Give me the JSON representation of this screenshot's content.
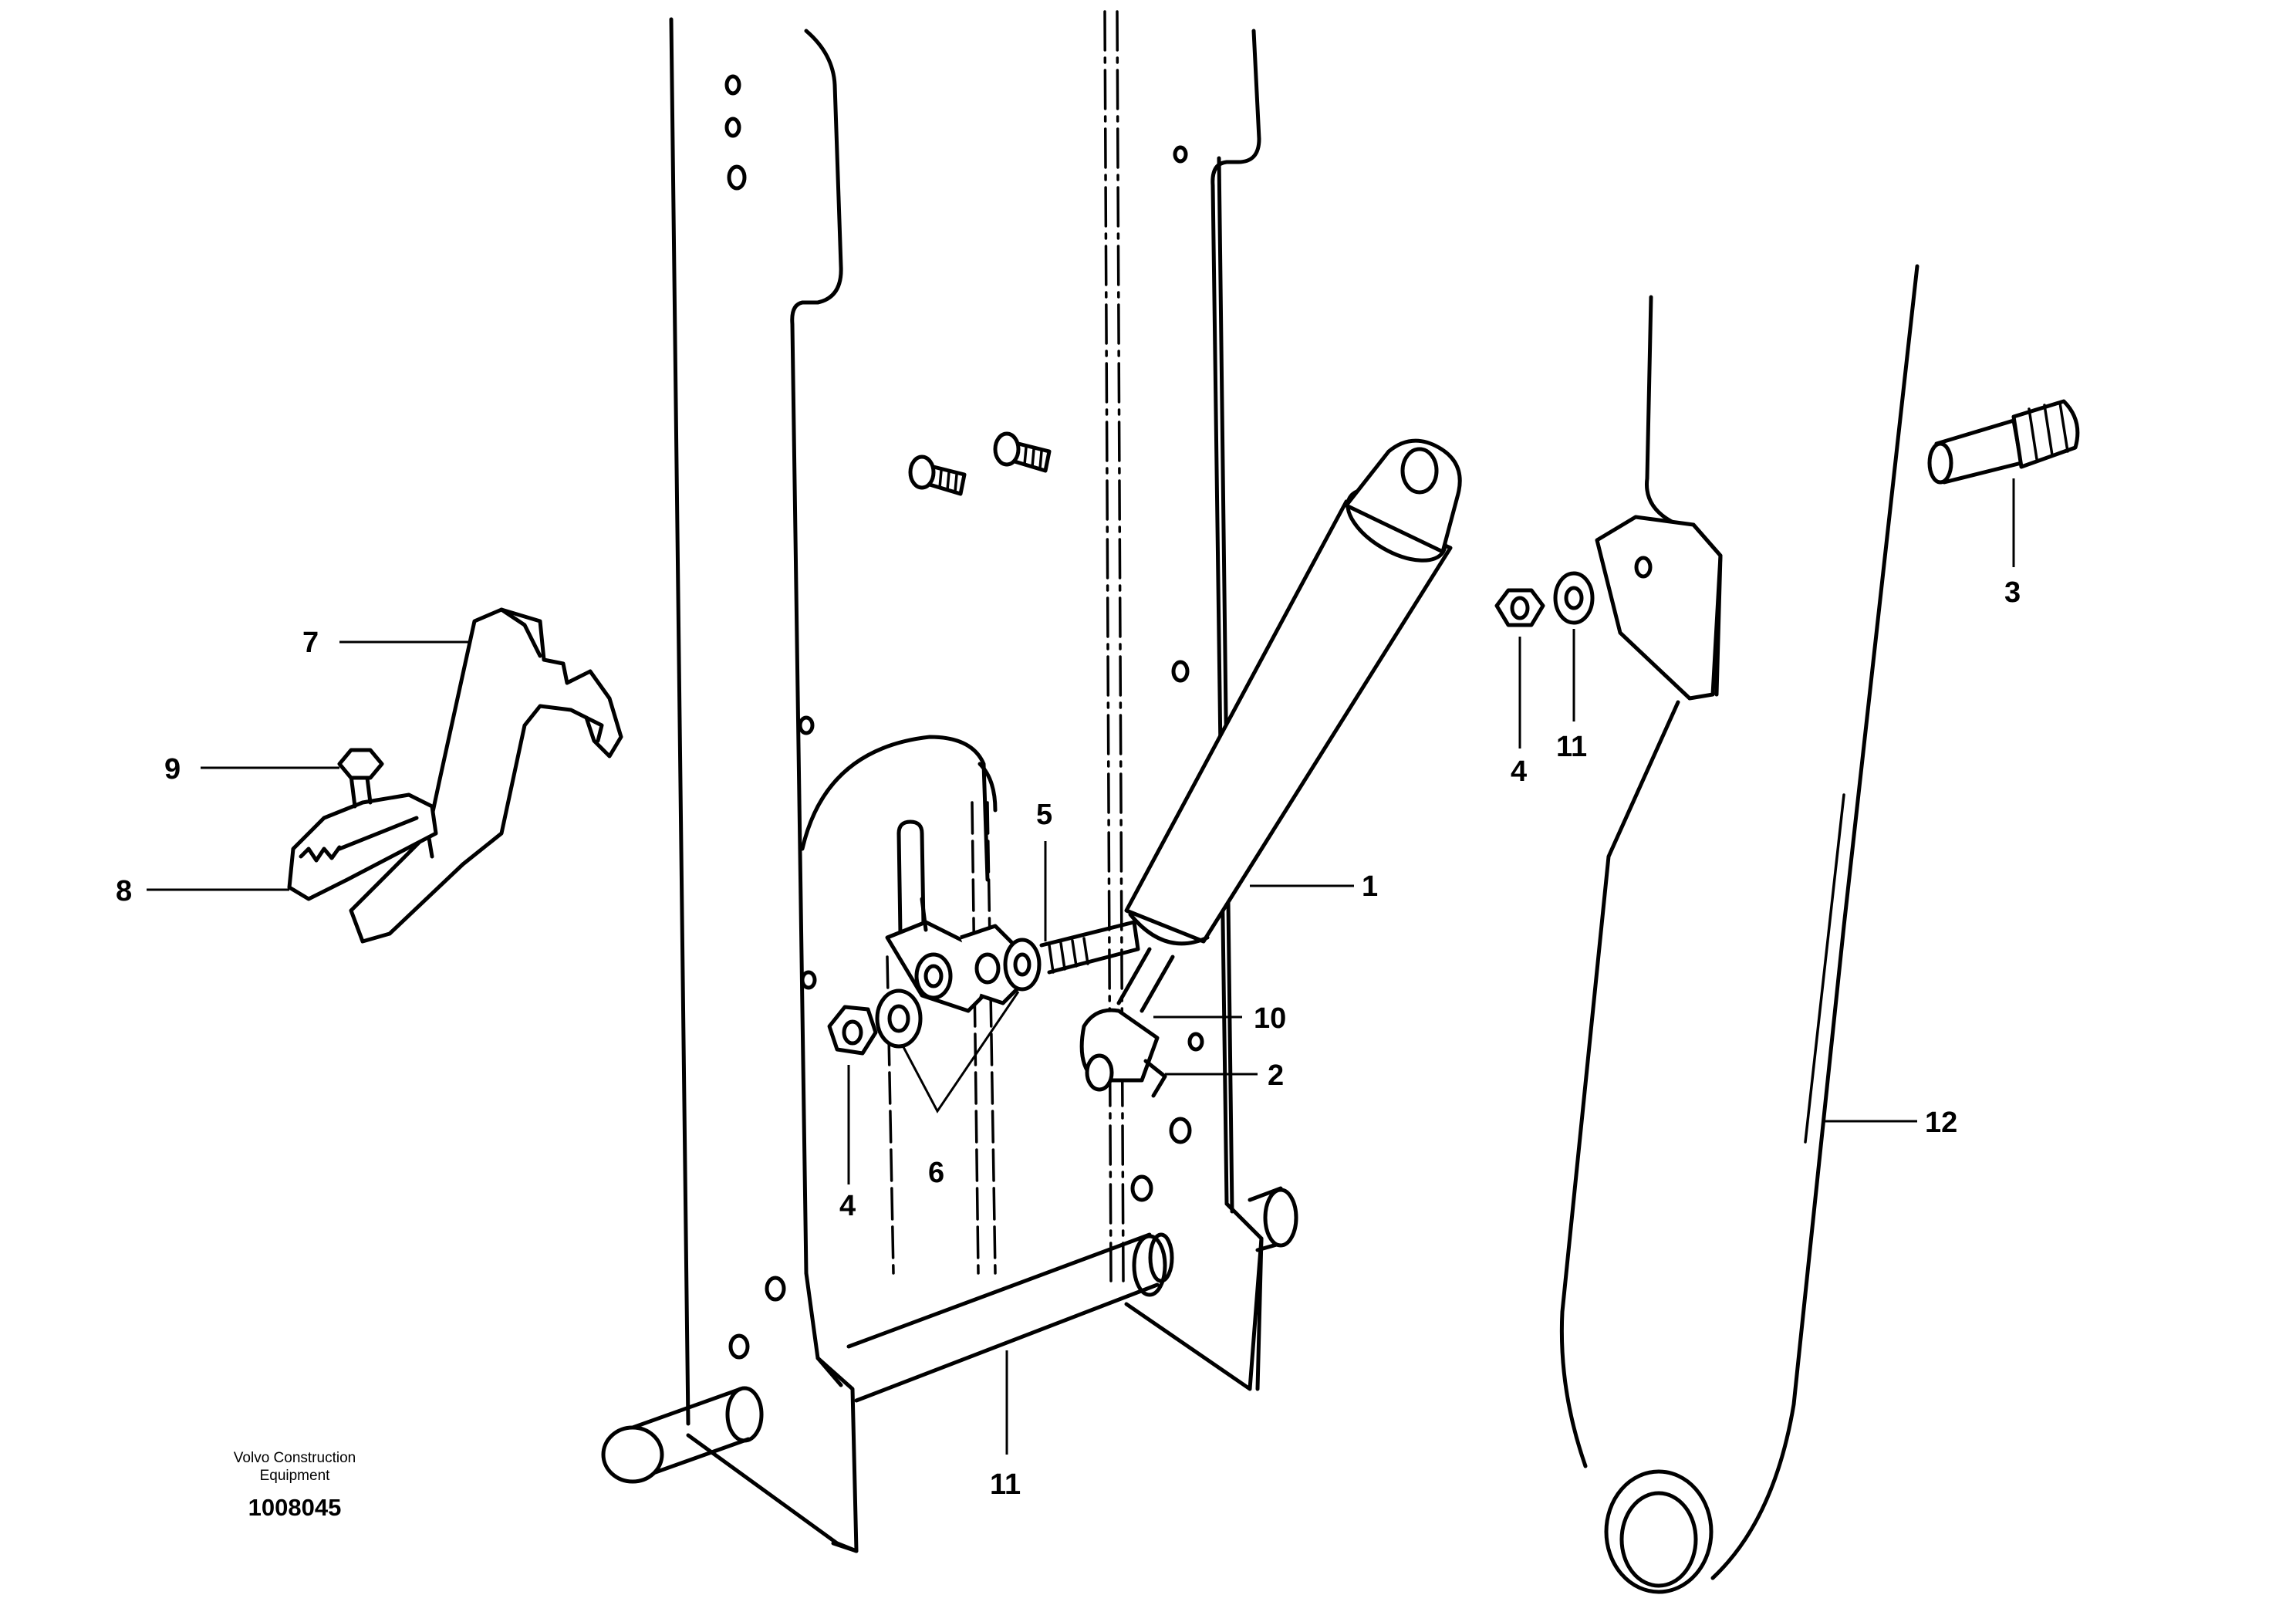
{
  "callouts": {
    "c1": "1",
    "c2": "2",
    "c3": "3",
    "c4a": "4",
    "c4b": "4",
    "c5": "5",
    "c6": "6",
    "c7": "7",
    "c8": "8",
    "c9": "9",
    "c10": "10",
    "c11a": "11",
    "c11b": "11",
    "c12": "12"
  },
  "footer": {
    "company_line1": "Volvo Construction",
    "company_line2": "Equipment",
    "document_number": "1008045"
  }
}
